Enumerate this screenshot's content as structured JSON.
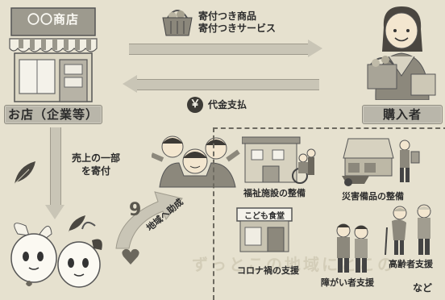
{
  "shop": {
    "sign": "〇〇商店",
    "label": "お店（企業等）"
  },
  "buyer": {
    "label": "購入者"
  },
  "product_flow": {
    "line1": "寄付つき商品",
    "line2": "寄付つきサービス"
  },
  "payment": {
    "label": "代金支払",
    "icon_char": "￥"
  },
  "donation": {
    "line1": "売上の一部",
    "line2": "を寄付"
  },
  "aid_arrow": {
    "label": "地域へ助成",
    "number": "9"
  },
  "support_items": {
    "welfare": "福祉施設の整備",
    "disaster": "災害備品の整備",
    "kodomo_sign": "こども食堂",
    "corona": "コロナ禍の支援",
    "disability": "障がい者支援",
    "elderly": "高齢者支援",
    "etc": "など"
  },
  "background_text": "ずっとこの地域にとこの",
  "colors": {
    "background": "#e6e1cf",
    "pill": "#b9b6aa",
    "arrow": "#c9c5b6",
    "ink": "#2b2b2b"
  }
}
